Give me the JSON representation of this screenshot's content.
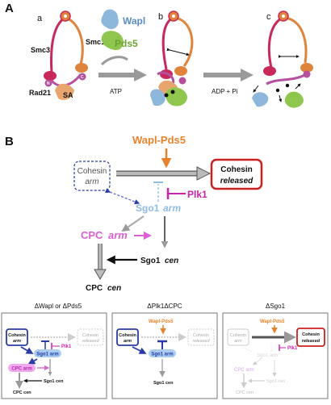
{
  "figure": {
    "panel_a_letter": "A",
    "panel_b_letter": "B"
  },
  "panel_a": {
    "sub_a": "a",
    "sub_b": "b",
    "sub_c": "c",
    "smc3": "Smc3",
    "smc1": "Smc1",
    "rad21": "Rad21",
    "sa": "SA",
    "n": "N",
    "c": "C",
    "wapl": "Wapl",
    "pds5": "Pds5",
    "atp": "ATP",
    "adp_pi": "ADP + Pi"
  },
  "panel_b": {
    "wapl_pds5": "Wapl-Pds5",
    "cohesin_arm_1": "Cohesin",
    "cohesin_arm_2": "arm",
    "cohesin_rel_1": "Cohesin",
    "cohesin_rel_2": "released",
    "plk1": "Plk1",
    "sgo1_arm_1": "Sgo1",
    "sgo1_arm_2": "arm",
    "cpc_arm_1": "CPC",
    "cpc_arm_2": "arm",
    "sgo1_cen_1": "Sgo1",
    "sgo1_cen_2": "cen",
    "cpc_cen_1": "CPC",
    "cpc_cen_2": "cen"
  },
  "mini": [
    {
      "title": "ΔWapl or ΔPds5",
      "wapl_pds5": "",
      "cohesin_arm_1": "Cohesin",
      "cohesin_arm_2": "arm",
      "cohesin_rel_1": "Cohesin",
      "cohesin_rel_2": "released",
      "plk1": "Plk1",
      "sgo1_arm": "Sgo1 arm",
      "cpc_arm": "CPC arm",
      "sgo1_cen": "Sgo1 cen",
      "cpc_cen": "CPC cen"
    },
    {
      "title": "ΔPlk1ΔCPC",
      "wapl_pds5": "Wapl-Pds5",
      "cohesin_arm_1": "Cohesin",
      "cohesin_arm_2": "arm",
      "cohesin_rel_1": "Cohesin",
      "cohesin_rel_2": "released",
      "plk1": "",
      "sgo1_arm": "Sgo1 arm",
      "cpc_arm": "",
      "sgo1_cen": "Sgo1 cen",
      "cpc_cen": ""
    },
    {
      "title": "ΔSgo1",
      "wapl_pds5": "Wapl-Pds5",
      "cohesin_arm_1": "Cohesin",
      "cohesin_arm_2": "arm",
      "cohesin_rel_1": "Cohesin",
      "cohesin_rel_2": "released",
      "plk1": "Plk1",
      "sgo1_arm": "Sgo1 arm",
      "cpc_arm": "CPC arm",
      "sgo1_cen": "Sgo1 cen",
      "cpc_cen": "CPC cen"
    }
  ],
  "colors": {
    "smc3": "#c8285a",
    "smc1": "#e0843c",
    "rad21": "#b4509e",
    "sa": "#e8a66e",
    "wapl": "#8db8dc",
    "pds5": "#8ec64e",
    "arrow_grey": "#999999",
    "wapl_orange": "#e8822a",
    "plk1": "#cc22aa",
    "sgo1": "#8fbbe6",
    "cpc": "#d860d0",
    "cohesin_rel": "#cc2020",
    "cohesin_arm": "#2a3aa8"
  }
}
